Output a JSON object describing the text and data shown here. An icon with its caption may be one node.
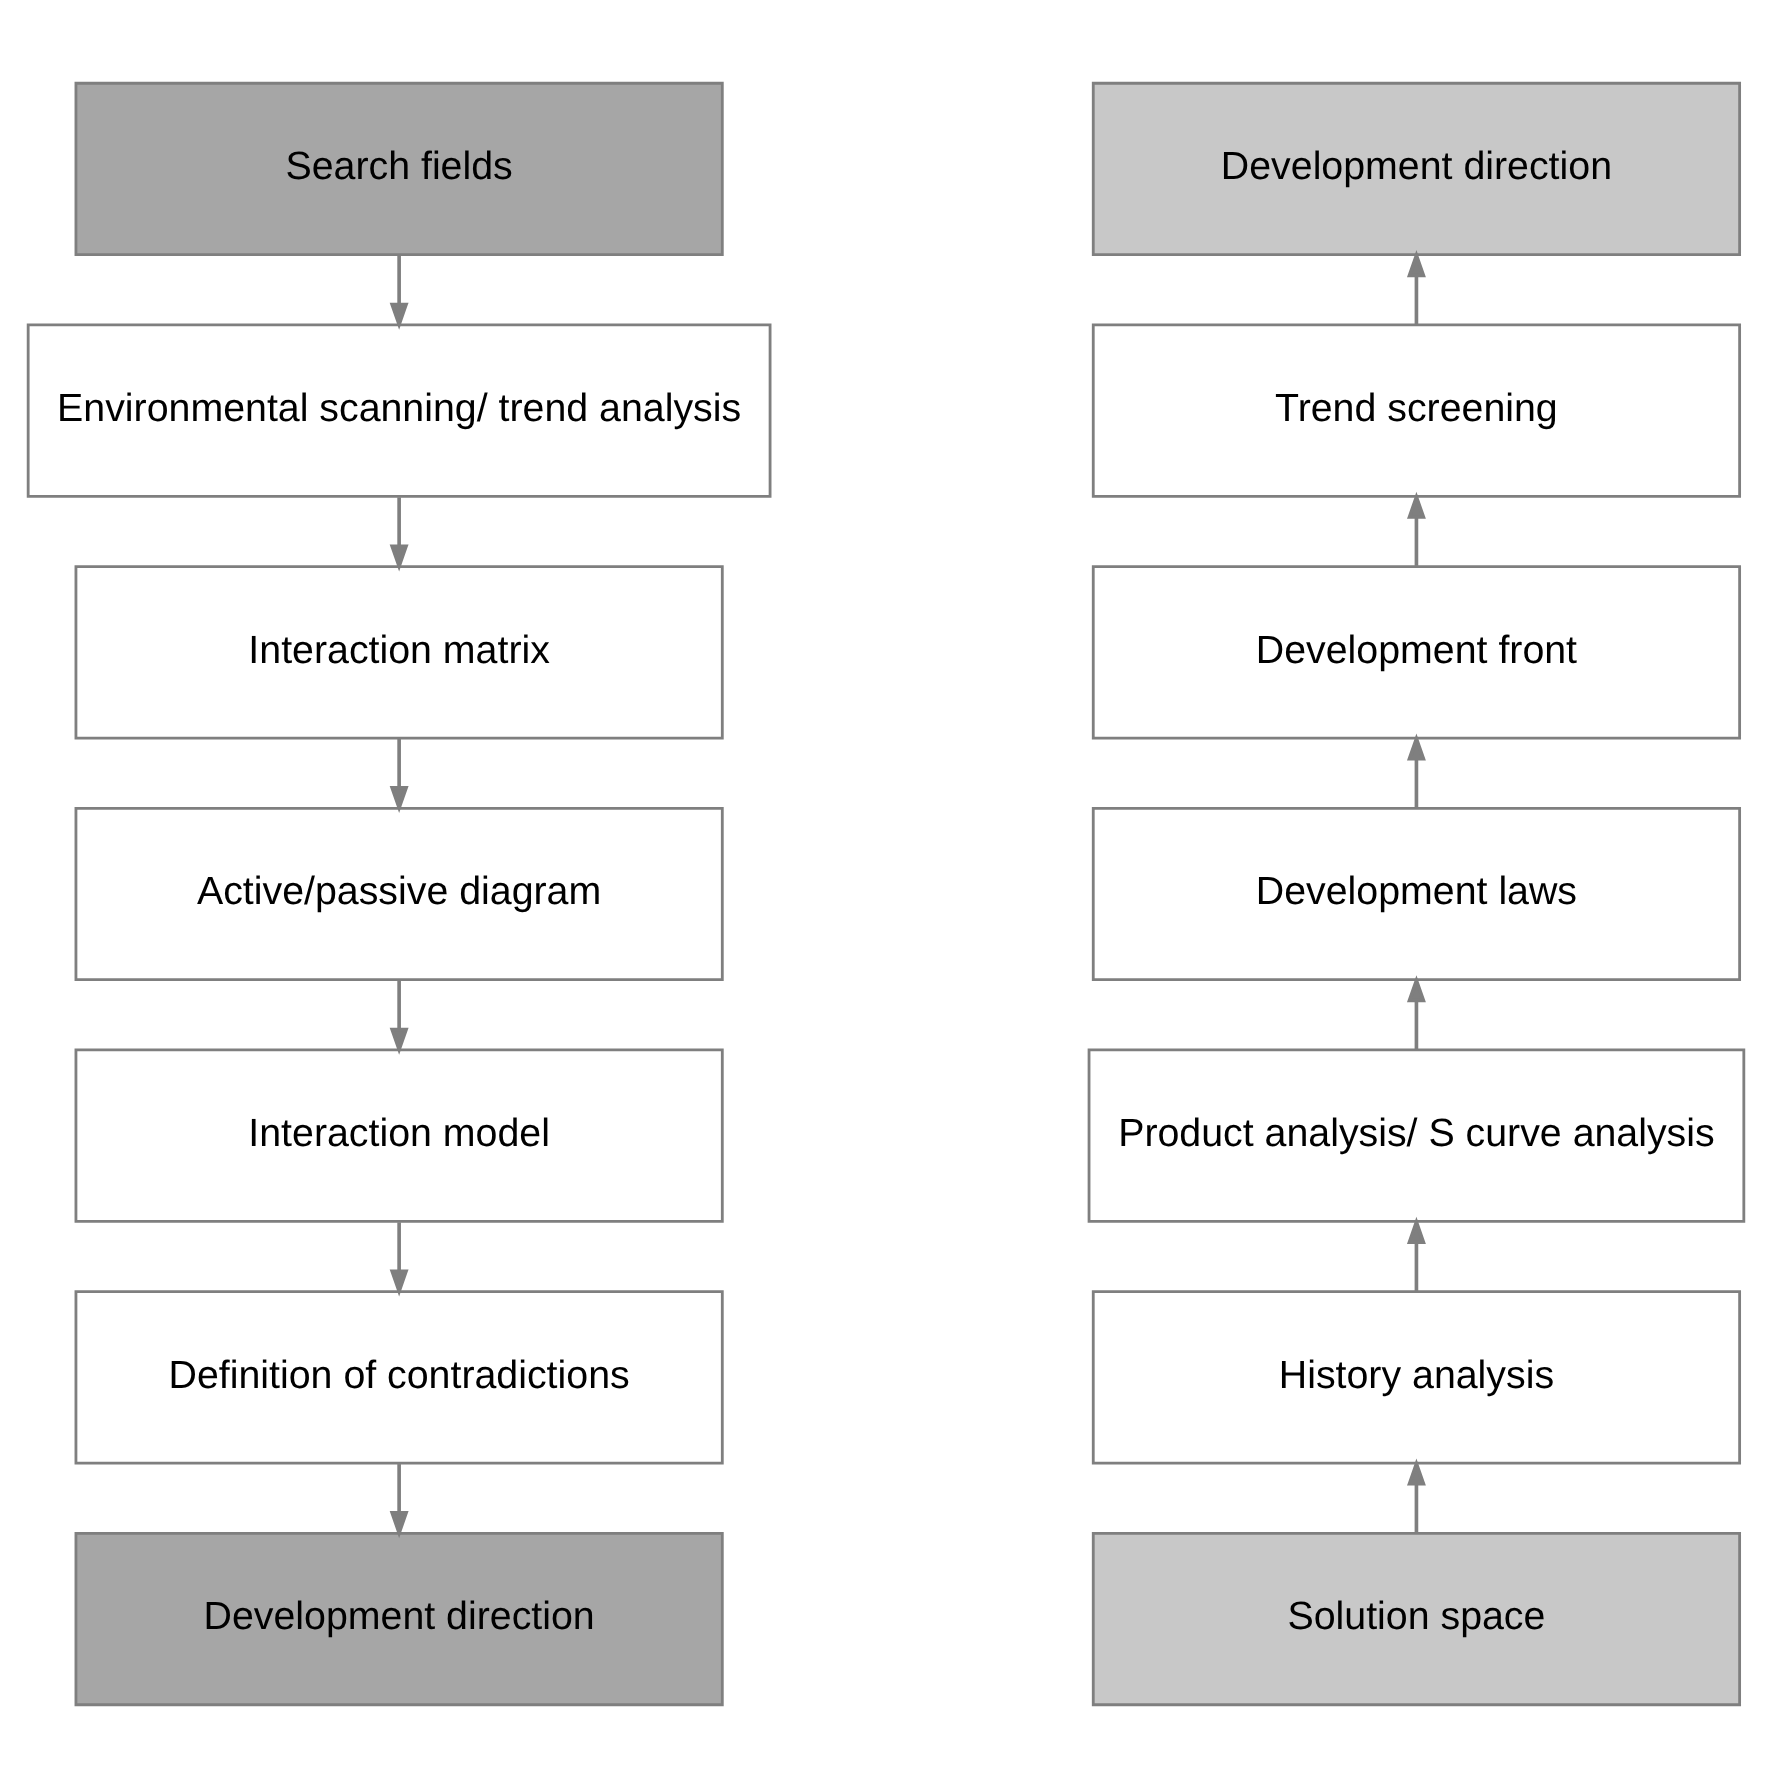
{
  "diagram": {
    "nodes": [
      {
        "text": [
          "Search fields"
        ]
      },
      {
        "text": [
          "Environmental scanning/ trend analysis"
        ]
      },
      {
        "text": [
          "Interaction matrix"
        ]
      },
      {
        "text": [
          "Active/passive diagram"
        ]
      },
      {
        "text": [
          "Interaction model"
        ]
      },
      {
        "text": [
          "Definition of contradictions"
        ]
      },
      {
        "text": [
          "Development direction"
        ]
      },
      {
        "text": [
          "Development direction"
        ]
      },
      {
        "text": [
          "Trend screening"
        ]
      },
      {
        "text": [
          "Development front"
        ]
      },
      {
        "text": [
          "Development laws"
        ]
      },
      {
        "text": [
          "Product analysis/ S curve analysis"
        ]
      },
      {
        "text": [
          "History analysis"
        ]
      },
      {
        "text": [
          "Solution space"
        ]
      }
    ],
    "edges": [
      {
        "from": 0,
        "to": 1,
        "arrow": "to"
      },
      {
        "from": 1,
        "to": 2,
        "arrow": "to"
      },
      {
        "from": 2,
        "to": 3,
        "arrow": "to"
      },
      {
        "from": 3,
        "to": 4,
        "arrow": "to"
      },
      {
        "from": 4,
        "to": 5,
        "arrow": "to"
      },
      {
        "from": 5,
        "to": 6,
        "arrow": "to"
      },
      {
        "from": 13,
        "to": 12,
        "arrow": "to"
      },
      {
        "from": 12,
        "to": 11,
        "arrow": "to"
      },
      {
        "from": 11,
        "to": 10,
        "arrow": "to"
      },
      {
        "from": 10,
        "to": 9,
        "arrow": "to"
      },
      {
        "from": 9,
        "to": 8,
        "arrow": "to"
      },
      {
        "from": 8,
        "to": 7,
        "arrow": "to"
      }
    ]
  }
}
